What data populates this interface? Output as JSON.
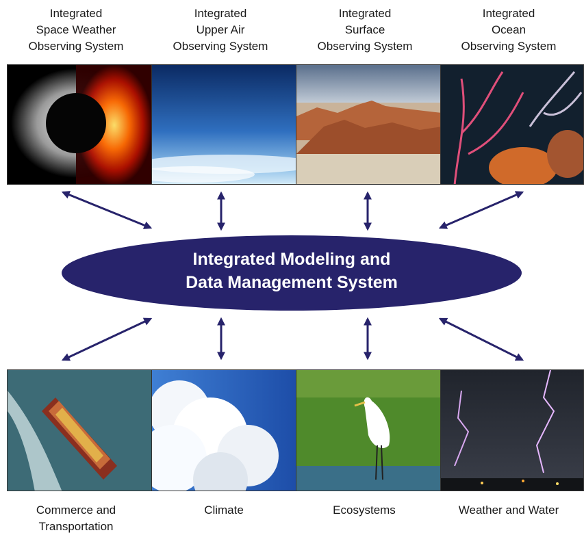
{
  "top_systems": [
    {
      "label": "Integrated\nSpace Weather\nObserving System",
      "image": "solar-eclipse-corona"
    },
    {
      "label": "Integrated\nUpper Air\nObserving System",
      "image": "blue-sky-atmosphere"
    },
    {
      "label": "Integrated\nSurface\nObserving System",
      "image": "desert-rock-landscape"
    },
    {
      "label": "Integrated\nOcean\nObserving System",
      "image": "coral-reef"
    }
  ],
  "center": {
    "line1": "Integrated Modeling and",
    "line2": "Data Management System",
    "color": "#27236b"
  },
  "bottom_applications": [
    {
      "label": "Commerce and\nTransportation",
      "image": "container-ship"
    },
    {
      "label": "Climate",
      "image": "cumulus-cloud"
    },
    {
      "label": "Ecosystems",
      "image": "egret-wetland"
    },
    {
      "label": "Weather and Water",
      "image": "lightning-storm"
    }
  ],
  "colors": {
    "arrow": "#27236b",
    "ellipse": "#27236b"
  }
}
